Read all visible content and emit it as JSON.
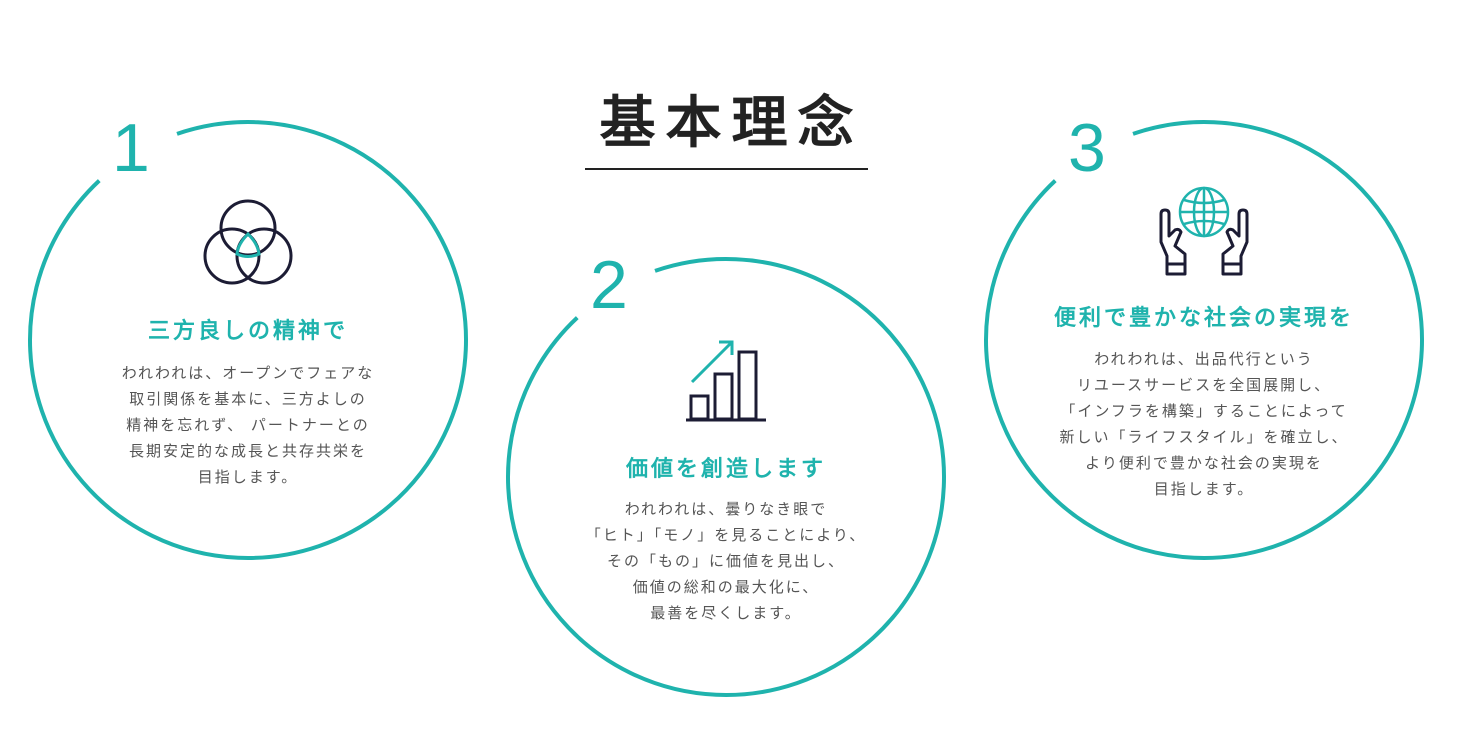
{
  "header": {
    "title": "基本理念"
  },
  "colors": {
    "accent": "#1fb3ad",
    "icon_dark": "#1c1c34",
    "text": "#555555",
    "title": "#222222"
  },
  "principles": [
    {
      "number": "1",
      "icon": "three-circles-icon",
      "title": "三方良しの精神で",
      "body": "われわれは、オープンでフェアな\n取引関係を基本に、三方よしの\n精神を忘れず、 パートナーとの\n長期安定的な成長と共存共栄を\n目指します。"
    },
    {
      "number": "2",
      "icon": "growth-chart-icon",
      "title": "価値を創造します",
      "body": "われわれは、曇りなき眼で\n「ヒト」「モノ」を見ることにより、\nその「もの」に価値を見出し、\n価値の総和の最大化に、\n最善を尽くします。"
    },
    {
      "number": "3",
      "icon": "hands-globe-icon",
      "title": "便利で豊かな社会の実現を",
      "body": "われわれは、出品代行という\nリユースサービスを全国展開し、\n「インフラを構築」することによって\n新しい「ライフスタイル」を確立し、\nより便利で豊かな社会の実現を\n目指します。"
    }
  ]
}
